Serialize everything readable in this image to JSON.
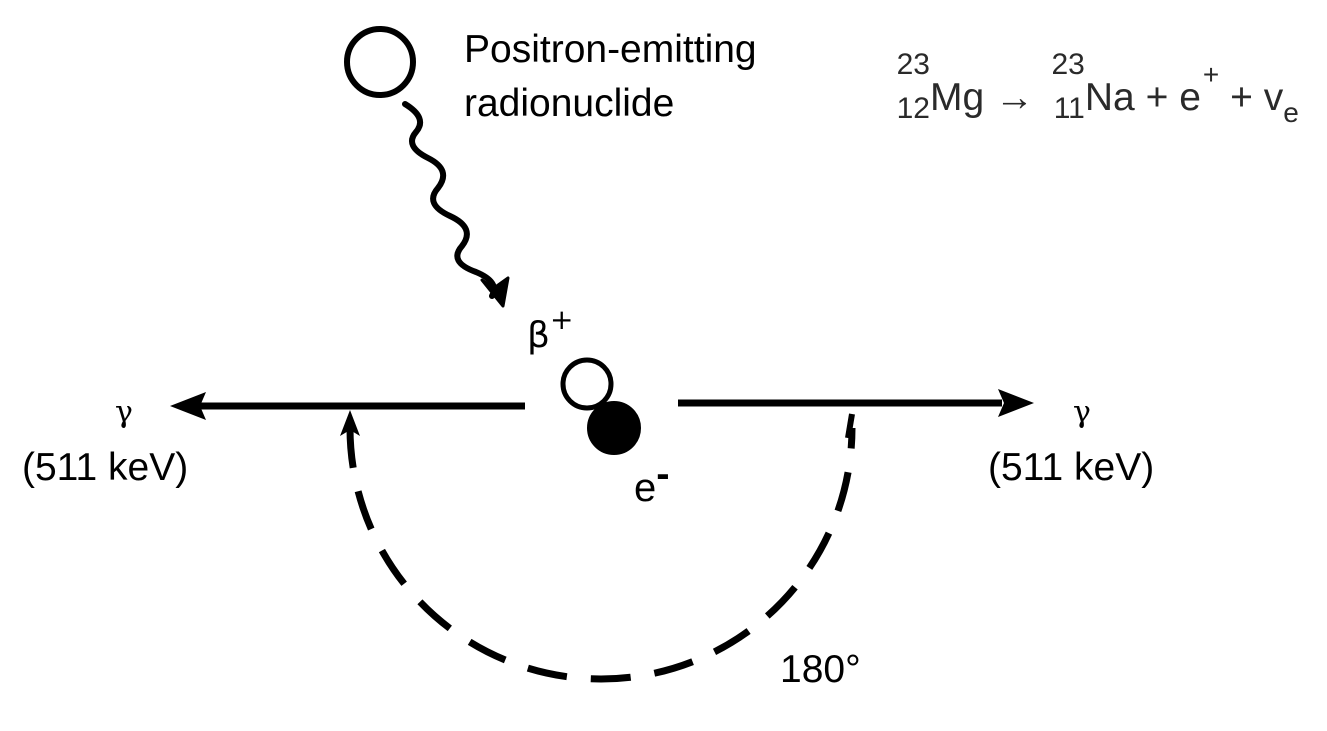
{
  "radionuclide_label": {
    "line1": "Positron-emitting",
    "line2": "radionuclide"
  },
  "equation": {
    "parent_mass": "23",
    "parent_z": "12",
    "parent_symbol": "Mg",
    "arrow": "→",
    "daughter_mass": "23",
    "daughter_z": "11",
    "daughter_symbol": "Na",
    "plus1": "+ e",
    "positron_charge": "+",
    "plus2": "+ v",
    "neutrino_sub": "e"
  },
  "positron_label": {
    "symbol": "β",
    "charge": "+"
  },
  "electron_label": {
    "symbol": "e",
    "charge": "-"
  },
  "photon_left": {
    "symbol": "γ",
    "energy": "(511 keV)"
  },
  "photon_right": {
    "symbol": "γ",
    "energy": "(511 keV)"
  },
  "angle_label": "180°"
}
